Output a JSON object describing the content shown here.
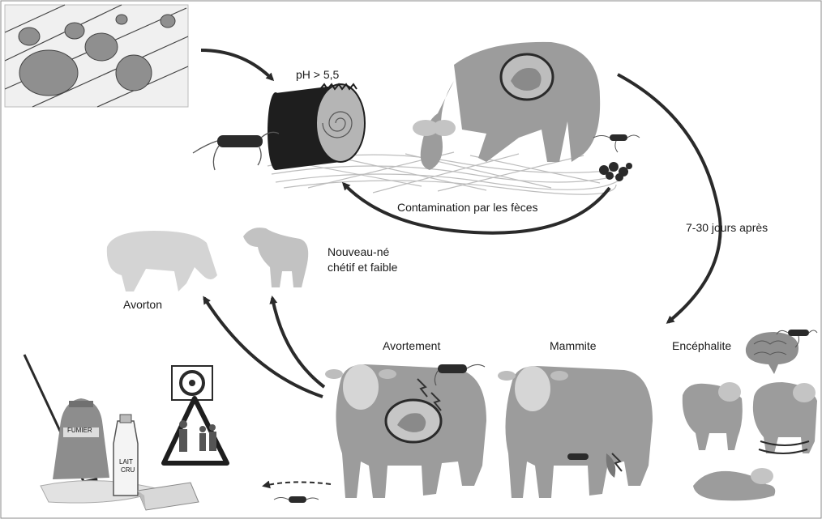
{
  "labels": {
    "ph": "pH > 5,5",
    "contamination": "Contamination par les fèces",
    "delay": "7-30 jours après",
    "newborn_line1": "Nouveau-né",
    "newborn_line2": "chétif et faible",
    "avorton": "Avorton",
    "avortement": "Avortement",
    "mammite": "Mammite",
    "encephalite": "Encéphalite",
    "fumier": "FUMIER",
    "lait": "LAIT",
    "cru": "CRU"
  },
  "colors": {
    "sheep": "#9c9c9c",
    "sheep_light": "#d4d4d4",
    "dark": "#1e1e1e",
    "arrow": "#2a2a2a",
    "straw": "#cfcfcf"
  }
}
